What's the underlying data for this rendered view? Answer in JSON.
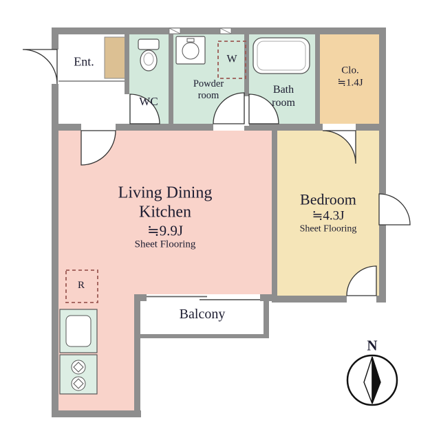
{
  "colors": {
    "wall": "#8e8e8e",
    "mint": "#d3e9dc",
    "ldk": "#f9d3ca",
    "bedroom": "#f5e5b8",
    "closet": "#f3d5a5",
    "cabinet": "#dcc093",
    "fixture": "#ddeee4",
    "dashed": "#9c5a54",
    "text": "#1c1c30"
  },
  "rooms": {
    "entrance": {
      "label": "Ent."
    },
    "wc": {
      "label": "WC"
    },
    "powder": {
      "line1": "Powder",
      "line2": "room"
    },
    "washer": {
      "label": "W"
    },
    "bath": {
      "line1": "Bath",
      "line2": "room"
    },
    "closet": {
      "line1": "Clo.",
      "line2": "≒1.4J"
    },
    "ldk": {
      "line1": "Living Dining",
      "line2": "Kitchen",
      "line3": "≒9.9J",
      "line4": "Sheet Flooring"
    },
    "bedroom": {
      "line1": "Bedroom",
      "line2": "≒4.3J",
      "line3": "Sheet Flooring"
    },
    "fridge": {
      "label": "R"
    },
    "balcony": {
      "label": "Balcony"
    }
  },
  "compass": {
    "label": "N"
  }
}
